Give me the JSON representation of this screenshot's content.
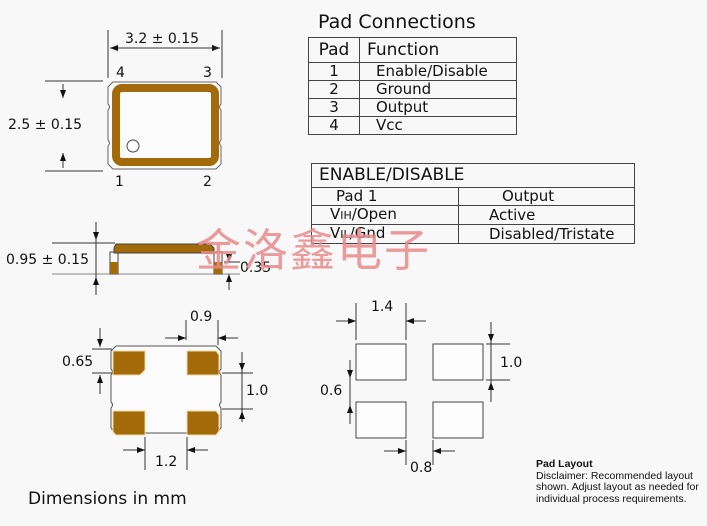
{
  "colors": {
    "background": "#f8f8f8",
    "package_gold": "#a36a0a",
    "line": "#333333",
    "watermark": "#e88a8a"
  },
  "top_view": {
    "width_dim": "3.2 ± 0.15",
    "height_dim": "2.5 ± 0.15",
    "pin_labels": {
      "p1": "1",
      "p2": "2",
      "p3": "3",
      "p4": "4"
    }
  },
  "side_view": {
    "height_dim": "0.95 ± 0.15",
    "pad_height_dim": "0.35"
  },
  "bottom_view": {
    "pad_width_dim": "0.9",
    "pad_height_dim": "0.65",
    "pad_pitch_v_dim": "1.0",
    "pad_gap_h_dim": "1.2"
  },
  "pad_layout": {
    "pad_width_dim": "1.4",
    "pad_height_dim": "1.0",
    "gap_v_dim": "0.6",
    "gap_h_dim": "0.8",
    "note_title": "Pad Layout",
    "note_text": "Disclaimer: Recommended layout shown. Adjust layout as needed for individual process requirements."
  },
  "pad_connections": {
    "title": "Pad Connections",
    "headers": [
      "Pad",
      "Function"
    ],
    "rows": [
      {
        "pad": "1",
        "function": "Enable/Disable"
      },
      {
        "pad": "2",
        "function": "Ground"
      },
      {
        "pad": "3",
        "function": "Output"
      },
      {
        "pad": "4",
        "function": "Vcc"
      }
    ]
  },
  "enable_disable": {
    "title": "ENABLE/DISABLE",
    "headers": [
      "Pad 1",
      "Output"
    ],
    "rows": [
      {
        "pad1_main": "V",
        "pad1_sub": "IH",
        "pad1_rest": "/Open",
        "output": "Active"
      },
      {
        "pad1_main": "V",
        "pad1_sub": "IL",
        "pad1_rest": "/Gnd",
        "output": "Disabled/Tristate"
      }
    ]
  },
  "watermark": "金洛鑫电子",
  "footer": "Dimensions in mm"
}
